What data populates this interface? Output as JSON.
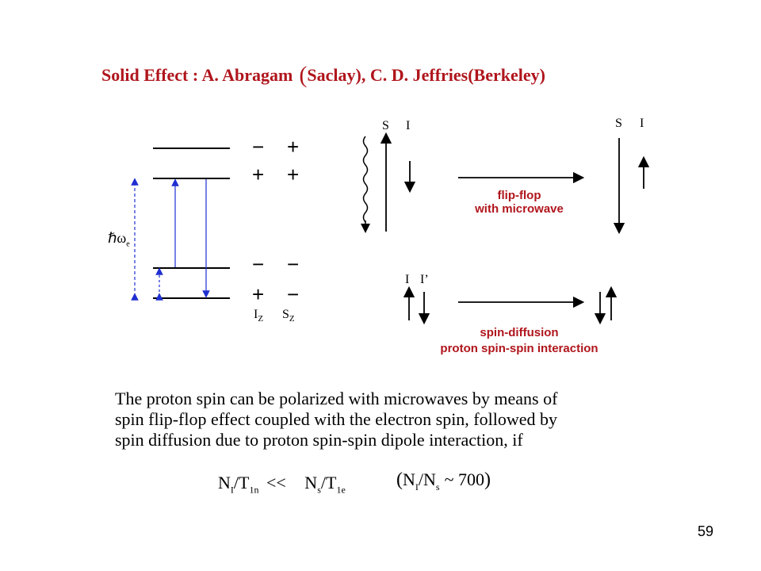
{
  "title": {
    "main": "Solid Effect : A. Abragam",
    "paren": "(",
    "rest": "Saclay),  C. D. Jeffries(Berkeley)"
  },
  "energy_levels": {
    "levels": [
      {
        "signs": [
          "−",
          "+"
        ]
      },
      {
        "signs": [
          "+",
          "+"
        ]
      },
      {
        "signs": [
          "−",
          "−"
        ]
      },
      {
        "signs": [
          "+",
          "−"
        ]
      }
    ],
    "axis_labels": {
      "iz": "I",
      "iz_sub": "Z",
      "sz": "S",
      "sz_sub": "Z"
    },
    "omega_label": "ℏω",
    "omega_sub": "e"
  },
  "flipflop": {
    "left_labels": [
      "S",
      "I"
    ],
    "right_labels": [
      "S",
      "I"
    ],
    "caption_line1": "flip-flop",
    "caption_line2": "with microwave"
  },
  "diffusion": {
    "labels": [
      "I",
      "I’"
    ],
    "caption_line1": "spin-diffusion",
    "caption_line2": "proton spin-spin interaction"
  },
  "body_lines": [
    "The proton spin can be polarized with microwaves by means of",
    "spin flip-flop effect coupled with the electron spin, followed by",
    "spin diffusion due to proton spin-spin dipole interaction, if"
  ],
  "formula": {
    "n_i": "N",
    "n_i_sub": "I",
    "slash1": "/",
    "t_1n": "T",
    "t_1n_sub": "1n",
    "ll": "<<",
    "n_s": "N",
    "n_s_sub": "s",
    "slash2": "/",
    "t_1e": "T",
    "t_1e_sub": "1e",
    "ratio_open": "(",
    "ratio_ni": "N",
    "ratio_ni_sub": "I",
    "ratio_slash": "/",
    "ratio_ns": "N",
    "ratio_ns_sub": "s",
    "ratio_tilde": "~ 700",
    "ratio_close": ")"
  },
  "page_number": "59",
  "colors": {
    "accent": "#b0151c",
    "blue": "#1f2fd0"
  }
}
